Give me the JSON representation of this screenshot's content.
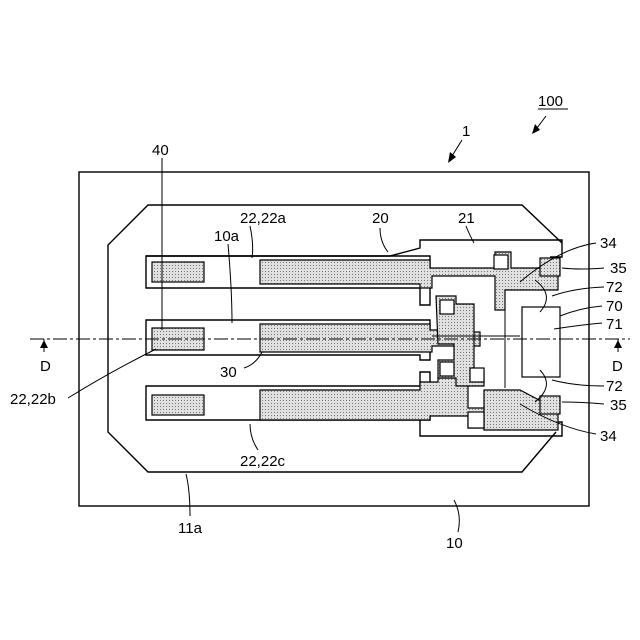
{
  "labels": {
    "ref_100": "100",
    "ref_1": "1",
    "ref_40": "40",
    "ref_22_22a": "22,22a",
    "ref_20": "20",
    "ref_21": "21",
    "ref_10a": "10a",
    "ref_34_top": "34",
    "ref_35_top": "35",
    "ref_72_top": "72",
    "ref_70": "70",
    "ref_71": "71",
    "ref_d_left": "D",
    "ref_d_right": "D",
    "ref_30": "30",
    "ref_22_22b": "22,22b",
    "ref_72_bottom": "72",
    "ref_35_bottom": "35",
    "ref_34_bottom": "34",
    "ref_22_22c": "22,22c",
    "ref_11a": "11a",
    "ref_10": "10"
  }
}
